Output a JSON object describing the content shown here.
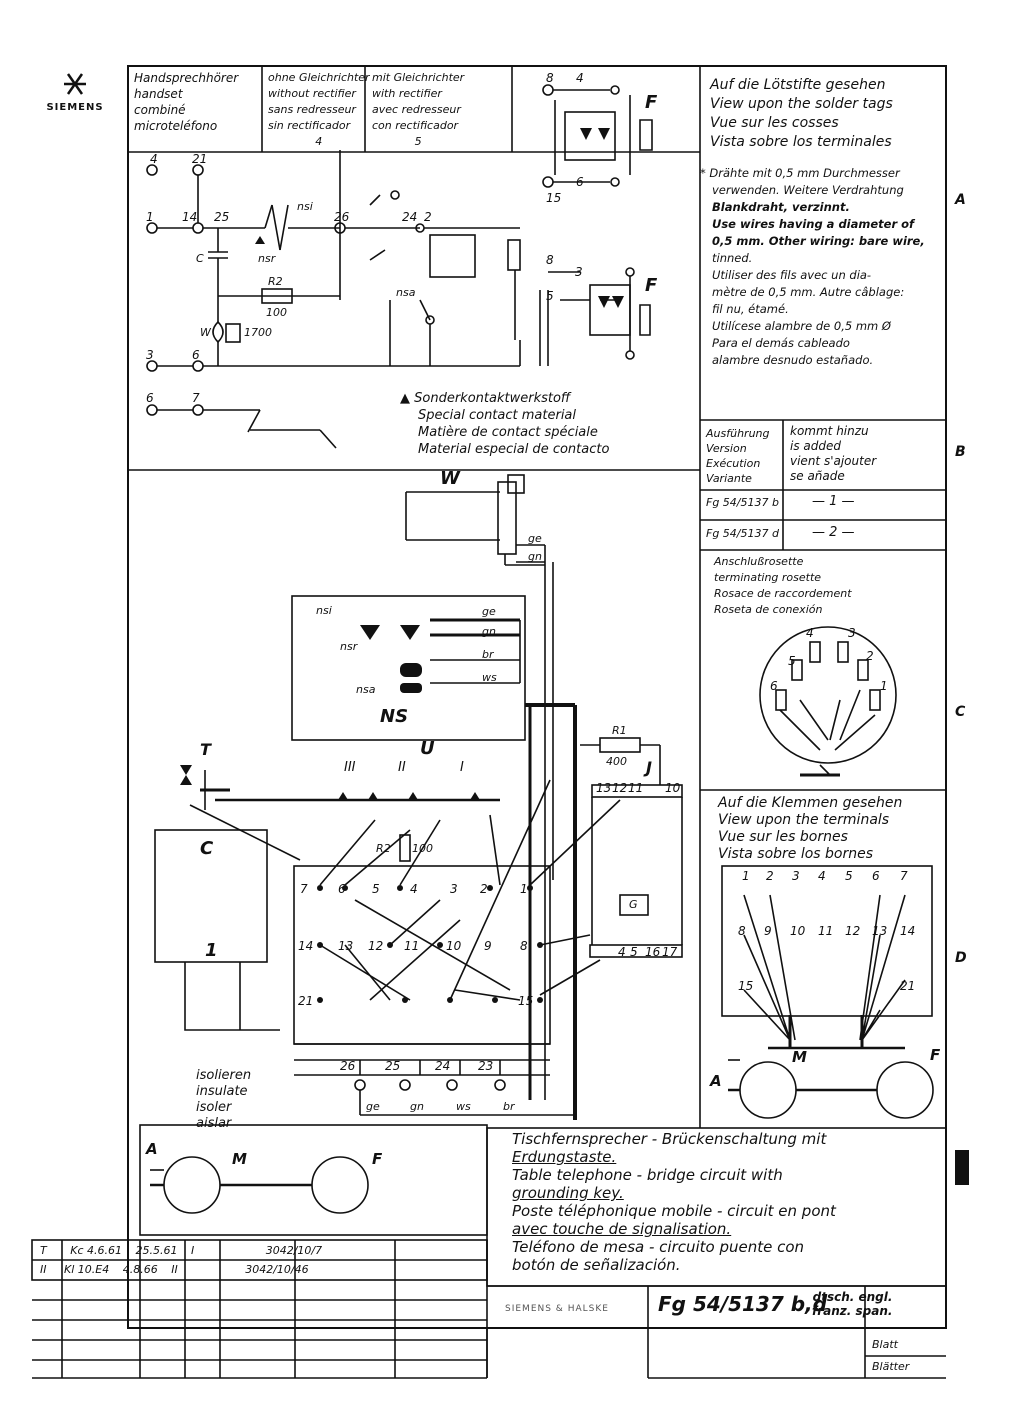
{
  "brand": "SIEMENS",
  "header_handset": [
    "Handsprechhörer",
    "handset",
    "combiné",
    "microteléfono"
  ],
  "header_without_rectifier": [
    "ohne Gleichrichter",
    "without rectifier",
    "sans redresseur",
    "sin rectificador"
  ],
  "header_with_rectifier": [
    "mit Gleichrichter",
    "with rectifier",
    "avec redresseur",
    "con rectificador"
  ],
  "header_variant_marks": [
    "4",
    "5"
  ],
  "solder_view": [
    "Auf die Lötstifte gesehen",
    "View upon the solder tags",
    "Vue sur les cosses",
    "Vista sobre los terminales"
  ],
  "wire_note": [
    "Drähte mit 0,5 mm Durchmesser",
    "verwenden. Weitere Verdrahtung",
    "Blankdraht, verzinnt.",
    "Use wires having a diameter of",
    "0,5 mm. Other wiring: bare wire,",
    "tinned.",
    "Utiliser des fils avec un dia-",
    "mètre de 0,5 mm. Autre câblage:",
    "fil nu, étamé.",
    "Utilícese alambre de 0,5 mm Ø",
    "Para el demás cableado",
    "alambre desnudo estañado."
  ],
  "wire_note_mark": "*",
  "special_contact": [
    "Sonderkontaktwerkstoff",
    "Special contact material",
    "Matière de contact spéciale",
    "Material especial de contacto"
  ],
  "special_contact_mark": "▲",
  "variant_table": {
    "head_left": [
      "Ausführung",
      "Version",
      "Exécution",
      "Variante"
    ],
    "head_right": [
      "kommt hinzu",
      "is added",
      "vient s'ajouter",
      "se añade"
    ],
    "rows": [
      {
        "name": "Fg 54/5137 b",
        "value": "1"
      },
      {
        "name": "Fg 54/5137 d",
        "value": "2"
      }
    ]
  },
  "rosette": [
    "Anschlußrosette",
    "terminating rosette",
    "Rosace de raccordement",
    "Roseta de conexión"
  ],
  "terminals_view": [
    "Auf die Klemmen gesehen",
    "View upon the terminals",
    "Vue sur les bornes",
    "Vista sobre los bornes"
  ],
  "insulate": [
    "isolieren",
    "insulate",
    "isoler",
    "aislar"
  ],
  "margin_letters": [
    "A",
    "B",
    "C",
    "D"
  ],
  "title_block": {
    "lines": [
      {
        "text": "Tischfernsprecher - Brückenschaltung mit",
        "ul": false
      },
      {
        "text": "Erdungstaste.",
        "ul": true
      },
      {
        "text": "Table telephone - bridge circuit with",
        "ul": false
      },
      {
        "text": "grounding key.",
        "ul": true
      },
      {
        "text": "Poste téléphonique mobile - circuit en pont",
        "ul": false
      },
      {
        "text": "avec touche de signalisation.",
        "ul": true
      },
      {
        "text": "Teléfono de mesa - circuito puente con",
        "ul": false
      },
      {
        "text": "botón de señalización.",
        "ul": false
      }
    ],
    "maker": "SIEMENS & HALSKE",
    "drawing_no": "Fg 54/5137 b,d",
    "languages": [
      "dtsch. engl.",
      "franz. span."
    ],
    "sheet_labels": [
      "Blatt",
      "Blätter"
    ]
  },
  "revisions": [
    {
      "mark": "T",
      "by": "Kc 4.6.61",
      "date": "25.5.61",
      "idx": "I",
      "ref": "3042/10/7"
    },
    {
      "mark": "II",
      "by": "Kl 10.E4",
      "date": "4.8.66",
      "idx": "II",
      "ref": "3042/10/46"
    }
  ],
  "diagram_labels": {
    "handset_W": "W",
    "network": "NS",
    "switch": "U",
    "jack": "J",
    "key": "T",
    "cap": "C",
    "cap_num": "1",
    "nsi": "nsi",
    "nsr": "nsr",
    "nsa": "nsa",
    "wires": [
      "ge",
      "gn",
      "br",
      "ws"
    ],
    "r1": "R1",
    "r1_val": "400",
    "r2": "R2",
    "r2_val": "100",
    "r2_val_top": "100",
    "w_val": "1700",
    "ground_G": "G",
    "F": "F",
    "M": "M",
    "A": "A",
    "sw_pos": [
      "III",
      "II",
      "I"
    ]
  }
}
